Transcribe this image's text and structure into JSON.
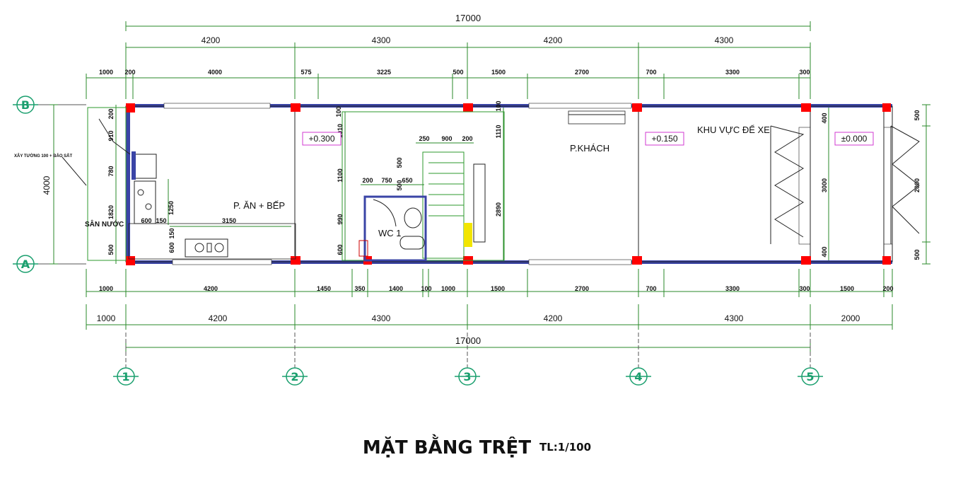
{
  "dims_top_total": "17000",
  "dims_bottom_total": "17000",
  "dims_top_main": [
    "4200",
    "4300",
    "4200",
    "4300"
  ],
  "dims_bottom_main": [
    "1000",
    "4200",
    "4300",
    "4200",
    "4300",
    "2000"
  ],
  "dims_top_detail": [
    "1000",
    "200",
    "4000",
    "575",
    "3225",
    "500",
    "1500",
    "2700",
    "700",
    "3300",
    "300"
  ],
  "dims_bottom_detail": [
    "1000",
    "4200",
    "1450",
    "350",
    "1400",
    "100",
    "1000",
    "1500",
    "2700",
    "700",
    "3300",
    "300",
    "1500",
    "200"
  ],
  "dims_left_total": "4000",
  "dims_left_detail": [
    "200",
    "910",
    "780",
    "1820",
    "500"
  ],
  "dims_right_detail": [
    "500",
    "2000",
    "500"
  ],
  "dims_right_inner": [
    "400",
    "3000",
    "400"
  ],
  "stair_dims": [
    "250",
    "900",
    "200"
  ],
  "stair_left_dims": [
    "1010",
    "1100",
    "990",
    "600"
  ],
  "wc_dims": [
    "200",
    "750",
    "650",
    "500",
    "500"
  ],
  "kitchen_dims": [
    "1250",
    "3150",
    "600",
    "150",
    "600",
    "150"
  ],
  "vertical_mid": [
    "1110",
    "2890",
    "100",
    "100"
  ],
  "axis_rows": [
    "B",
    "A"
  ],
  "axis_cols": [
    "1",
    "2",
    "3",
    "4",
    "5"
  ],
  "rooms": {
    "kitchen": "P. ĂN + BẾP",
    "living": "P.KHÁCH",
    "wc": "WC 1",
    "parking": "KHU VỰC ĐỂ XE",
    "yard": "SÂN NƯỚC"
  },
  "levels": [
    "+0.300",
    "+0.150",
    "±0.000"
  ],
  "side_note": "XÂY TƯỜNG 100 + BẢO SẮT",
  "title": "MẶT BẰNG TRỆT",
  "scale": "TL:1/100",
  "colors": {
    "dimension_lines": "#2a8a2a",
    "wall_fill": "#3a44a6",
    "column": "#ff0000",
    "axis_bubble": "#1a9f6e",
    "level_box": "#d13ad1",
    "stair_marker": "#f2e500"
  }
}
